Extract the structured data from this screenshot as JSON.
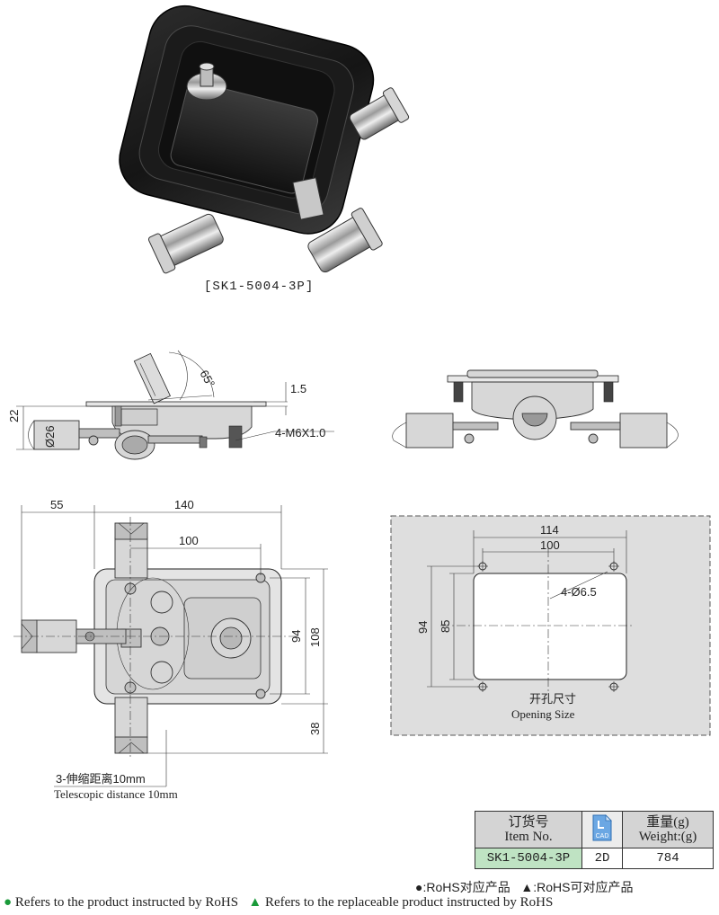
{
  "product": {
    "model_label": "[SK1-5004-3P]"
  },
  "side_view": {
    "angle_label": "65°",
    "thickness_label": "1.5",
    "height_label": "22",
    "diameter_label": "Ø26",
    "bolt_label": "4-M6X1.0"
  },
  "front_view": {
    "width_total_label": "140",
    "offset_label": "55",
    "hole_spacing_label": "100",
    "inner_height_label": "94",
    "outer_height_label": "108",
    "extension_label": "38",
    "telescopic_cn": "3-伸缩距离10mm",
    "telescopic_en": "Telescopic distance 10mm"
  },
  "opening": {
    "width_outer_label": "114",
    "width_inner_label": "100",
    "hole_label": "4-Ø6.5",
    "height_outer_label": "94",
    "height_inner_label": "85",
    "title_cn": "开孔尺寸",
    "title_en": "Opening Size"
  },
  "table": {
    "header_item_cn": "订货号",
    "header_item_en": "Item No.",
    "cad_label": "CAD",
    "header_weight_cn": "重量(g)",
    "header_weight_en": "Weight:(g)",
    "item_no": "SK1-5004-3P",
    "cad_type": "2D",
    "weight": "784"
  },
  "legend": {
    "rohs_cn": "●:RoHS对应产品",
    "replaceable_cn": "▲:RoHS可对应产品",
    "rohs_en": "Refers to the product instructed by RoHS",
    "replaceable_en": "Refers to the replaceable product instructed by RoHS",
    "dot_symbol": "●",
    "tri_symbol": "▲",
    "accent_green": "#1a9a3a"
  }
}
